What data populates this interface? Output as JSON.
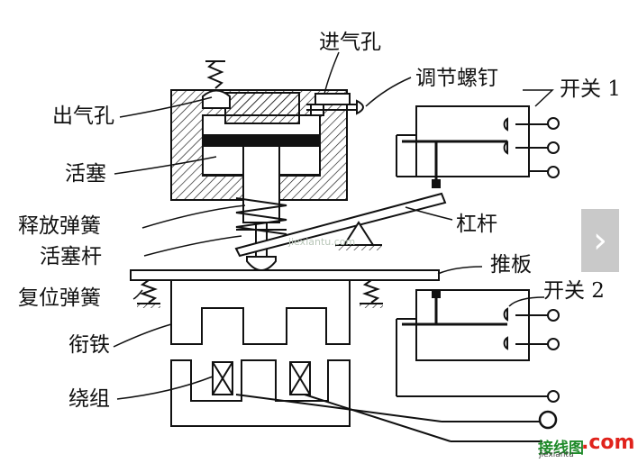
{
  "labels": {
    "inlet": "进气孔",
    "outlet": "出气孔",
    "adjust_screw": "调节螺钉",
    "piston": "活塞",
    "release_spring": "释放弹簧",
    "piston_rod": "活塞杆",
    "reset_spring": "复位弹簧",
    "armature": "衔铁",
    "winding": "绕组",
    "lever": "杠杆",
    "push_plate": "推板",
    "switch1": "开关 1",
    "switch2": "开关 2"
  },
  "nav": {
    "next_glyph": "›"
  },
  "watermark": {
    "brand": "接线图",
    "dotcom": ".com",
    "domain": "jiexiantu",
    "faint": "jiexiantu.com"
  },
  "colors": {
    "ink": "#111111",
    "hatch": "#111111",
    "nav_bg": "#c9c9c9"
  }
}
